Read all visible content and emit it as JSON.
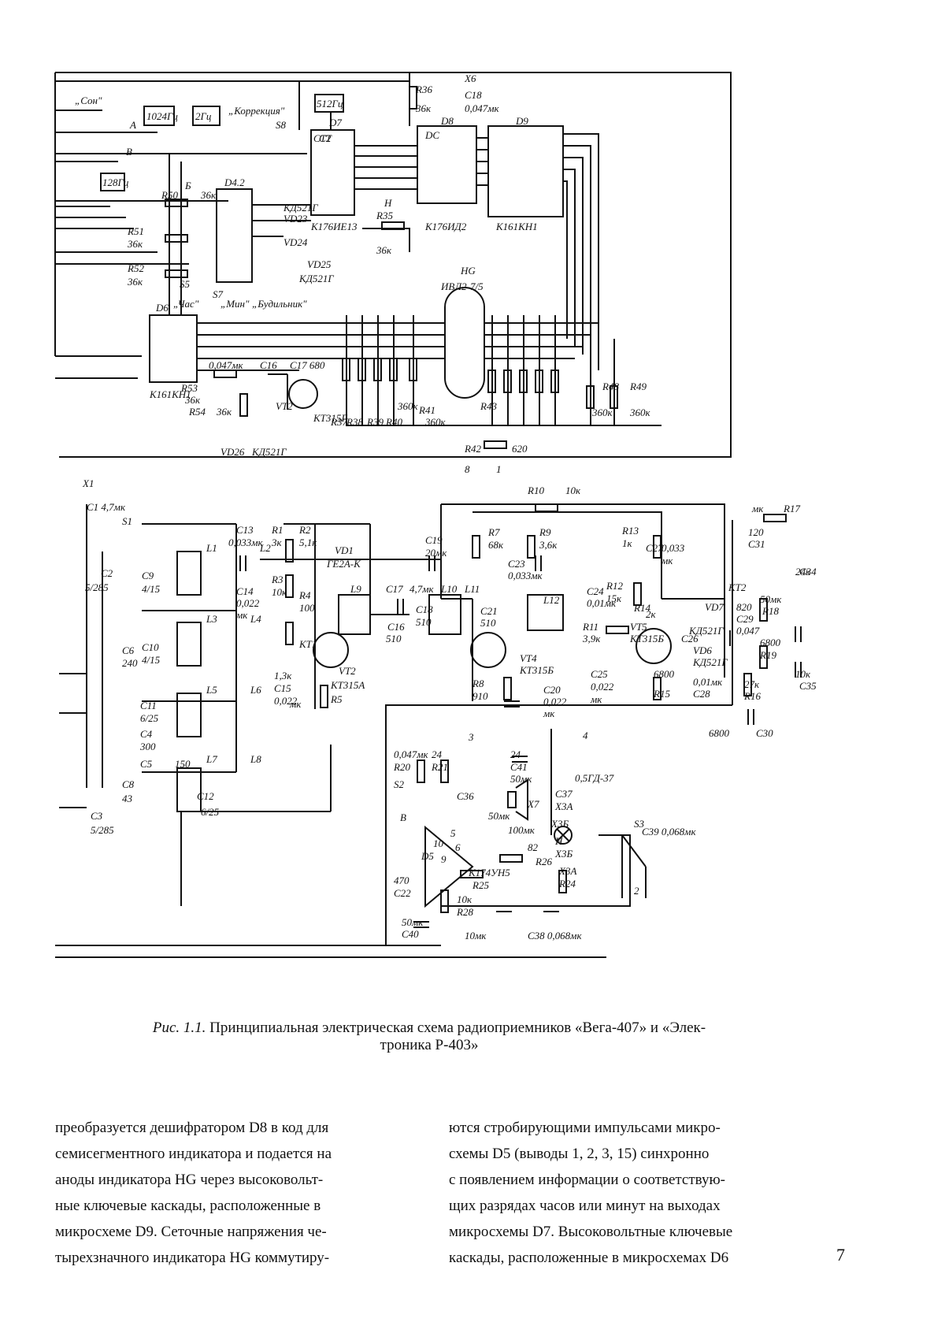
{
  "schematic": {
    "upper_labels": [
      "„Сон\"",
      "А",
      "В",
      "1024Гц",
      "2Гц",
      "„Коррекция\"",
      "S8",
      "512Гц",
      "Б",
      "Х6",
      "R36",
      "36к",
      "C18",
      "0,047мк",
      "D7",
      "D8",
      "D9",
      "СТ2",
      "CT",
      "DC",
      "128Гц",
      "D4.2",
      "R50",
      "36к",
      "R51",
      "36к",
      "R52",
      "36к",
      "S5",
      "КД521Г",
      "VD23",
      "VD24",
      "VD25",
      "КД521Г",
      "К176ИЕ13",
      "R35",
      "36к",
      "Н",
      "К176ИД2",
      "К161КН1",
      "HG",
      "ИВЛ2-7/5",
      "D6",
      "„Час\"",
      "„Мин\"",
      "„Будильник\"",
      "S7",
      "К161КН1",
      "0,047мк",
      "C16",
      "C17 680",
      "R53",
      "36к",
      "R54",
      "36к",
      "VT2",
      "КТ315Г",
      "R37",
      "R38",
      "R39",
      "R40",
      "360к",
      "R41",
      "360к",
      "R43",
      "R48",
      "R49",
      "360к",
      "360к",
      "R42",
      "620",
      "VD26",
      "КД521Г"
    ],
    "lower_labels": [
      "Х1",
      "С1 4,7мк",
      "S1",
      "C2",
      "5/285",
      "L1",
      "L2",
      "C9",
      "4/15",
      "L3",
      "L4",
      "C6",
      "240",
      "C10",
      "4/15",
      "L5",
      "L6",
      "C11",
      "6/25",
      "C4",
      "300",
      "C5",
      "150",
      "L7",
      "L8",
      "C8",
      "43",
      "C12",
      "6/25",
      "С3",
      "5/285",
      "C13",
      "0,033мк",
      "R1",
      "3к",
      "R2",
      "5,1к",
      "VD1",
      "ГЕ2А-К",
      "C14",
      "0,022",
      "мк",
      "R3",
      "10к",
      "R4",
      "100",
      "КТ1",
      "VT2",
      "КТ315А",
      "R5",
      "1,3к",
      "C15",
      "0,022",
      "мк",
      "L9",
      "C17",
      "4,7мк",
      "L10",
      "L11",
      "C18",
      "510",
      "C16",
      "510",
      "R10",
      "10к",
      "C19",
      "20мк",
      "R7",
      "68к",
      "R9",
      "3,6к",
      "C23",
      "0,033мк",
      "C21",
      "510",
      "L12",
      "VT4",
      "КТ315Б",
      "R8",
      "910",
      "C20",
      "0,022",
      "мк",
      "C24",
      "0,01мк",
      "R11",
      "3,9к",
      "VT5",
      "КТ315Б",
      "C25",
      "0,022",
      "мк",
      "R13",
      "1к",
      "R12",
      "15к",
      "R14",
      "2к",
      "C27",
      "0,033",
      "мк",
      "КТ2",
      "VD7",
      "КД521Г",
      "VD6",
      "КД521Г",
      "C26",
      "0,01мк",
      "C28",
      "6800",
      "R15",
      "820",
      "C29",
      "0,047",
      "мк",
      "R17",
      "120",
      "C31",
      "50мк",
      "R18",
      "24к",
      "C34",
      "6800",
      "R19",
      "27к",
      "R16",
      "10к",
      "C35",
      "6800",
      "C30",
      "0,047мк",
      "R20",
      "24",
      "R21",
      "24",
      "C41",
      "50мк",
      "0,5ГД-37",
      "S2",
      "C36",
      "Х7",
      "В",
      "50мк",
      "100мк",
      "C37",
      "Х3А",
      "Х3Б",
      "Н",
      "Х3Б",
      "Х3А",
      "R24",
      "82",
      "R26",
      "10",
      "D5",
      "К174УН5",
      "R25",
      "10к",
      "R28",
      "470",
      "C22",
      "50мк",
      "C40",
      "10мк",
      "C38 0,068мк",
      "C39 0,068мк",
      "S3",
      "2",
      "4",
      "3",
      "5",
      "6",
      "9",
      "8",
      "1"
    ]
  },
  "caption": {
    "figure": "Рис. 1.1.",
    "line1": "Принципиальная электрическая схема радиоприемников «Вега-407» и «Элек-",
    "line2": "троника Р-403»"
  },
  "body": {
    "left_lines": [
      "преобразуется дешифратором D8 в код для",
      "семисегментного индикатора и подается на",
      "аноды индикатора HG через высоковольт-",
      "ные ключевые каскады, расположенные в",
      "микросхеме D9. Сеточные напряжения че-",
      "тырехзначного индикатора HG коммутиру-"
    ],
    "right_lines": [
      "ются стробирующими импульсами микро-",
      "схемы D5 (выводы 1, 2, 3, 15) синхронно",
      "с появлением информации о соответствую-",
      "щих разрядах часов или минут на выходах",
      "микросхемы D7. Высоковольтные ключевые",
      "каскады, расположенные в микросхемах D6"
    ]
  },
  "page_number": "7"
}
